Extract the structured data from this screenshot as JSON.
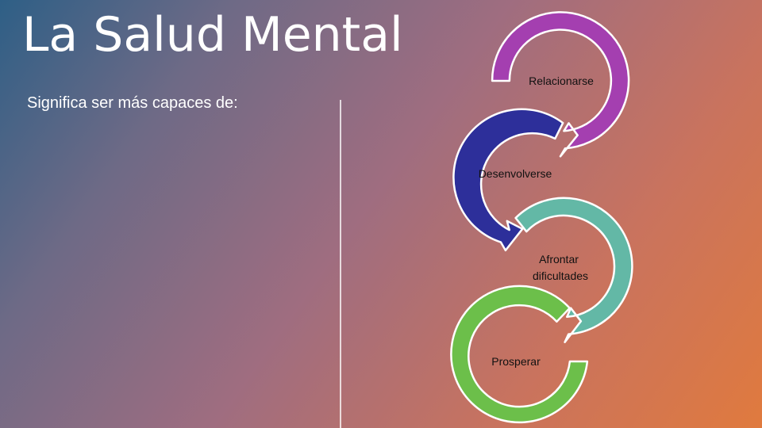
{
  "slide": {
    "title": "La Salud Mental",
    "subtitle": "Significa ser más capaces de:"
  },
  "diagram": {
    "steps": [
      {
        "label": "Relacionarse",
        "color": "#a43fb0"
      },
      {
        "label": "Desenvolverse",
        "color": "#2d2f9a"
      },
      {
        "label_lines": [
          "Afrontar",
          "dificultades"
        ],
        "color": "#63b8a6"
      },
      {
        "label": "Prosperar",
        "color": "#6cbf4a"
      }
    ]
  }
}
